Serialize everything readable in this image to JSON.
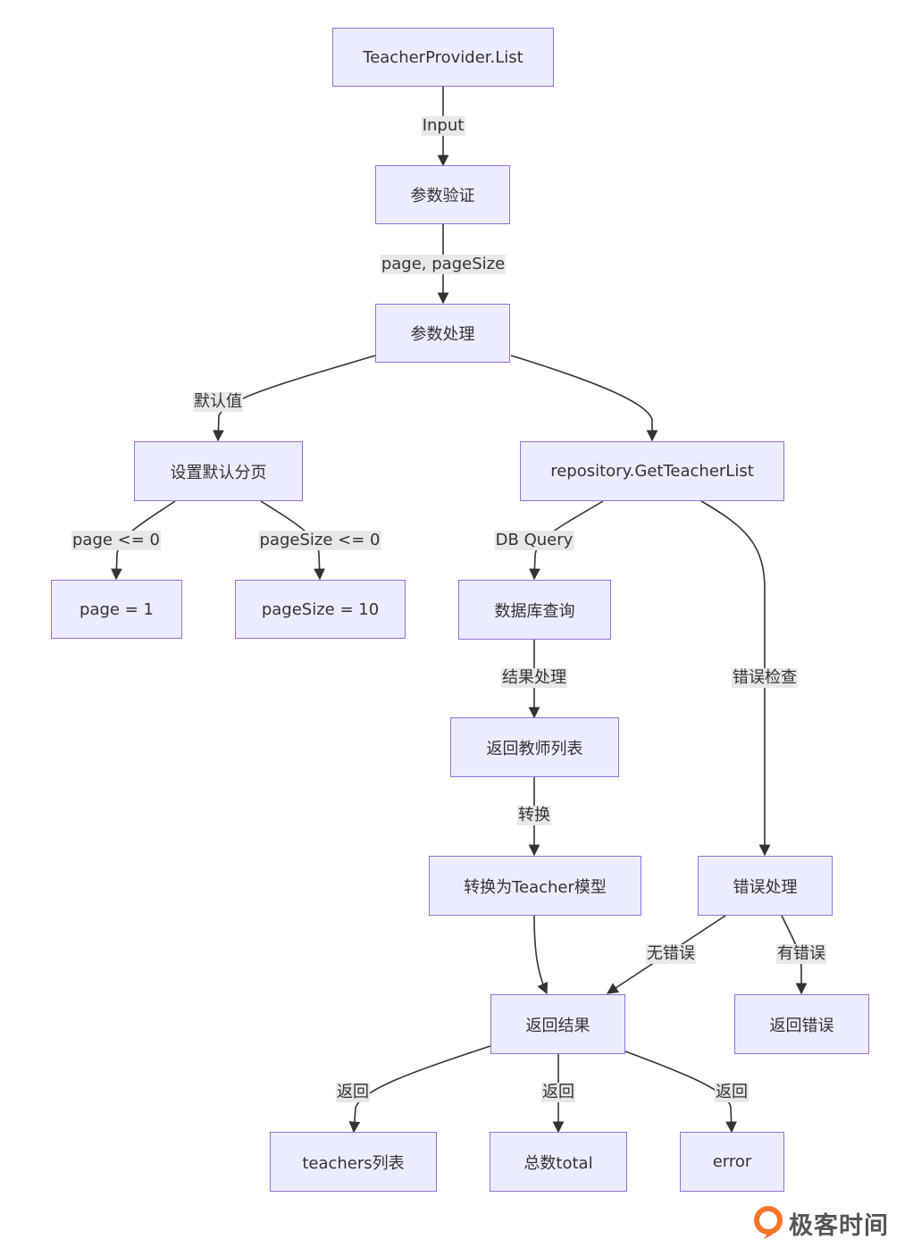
{
  "nodes": {
    "list": "TeacherProvider.List",
    "validate": "参数验证",
    "process": "参数处理",
    "defaults": "设置默认分页",
    "repo": "repository.GetTeacherList",
    "page1": "page = 1",
    "pagesize10": "pageSize = 10",
    "dbquery": "数据库查询",
    "returnlist": "返回教师列表",
    "convert": "转换为Teacher模型",
    "errhandle": "错误处理",
    "result": "返回结果",
    "returnerror": "返回错误",
    "teachers": "teachers列表",
    "total": "总数total",
    "error": "error"
  },
  "edges": {
    "input": "Input",
    "page_pagesize": "page, pageSize",
    "default_value": "默认值",
    "page_le_0": "page <= 0",
    "pagesize_le_0": "pageSize <= 0",
    "db_query": "DB Query",
    "error_check": "错误检查",
    "result_process": "结果处理",
    "convert": "转换",
    "no_error": "无错误",
    "has_error": "有错误",
    "return_1": "返回",
    "return_2": "返回",
    "return_3": "返回"
  },
  "watermark": {
    "text": "极客时间"
  },
  "colors": {
    "node_fill": "#ECECFF",
    "node_border": "#9370DB",
    "edge": "#333333",
    "edge_label_bg": "#e8e8e8",
    "logo_orange": "#F5762A"
  }
}
